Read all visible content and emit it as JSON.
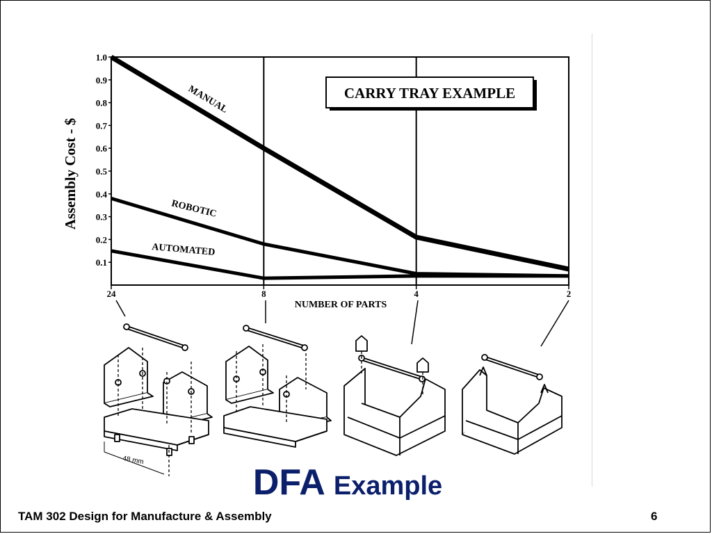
{
  "slide": {
    "title_main": "DFA",
    "title_sub": "Example",
    "footer_course": "TAM 302 Design for Manufacture & Assembly",
    "page_number": "6",
    "title_color": "#0b1f6b"
  },
  "illustration": {
    "dimension_label": "48 mm"
  },
  "chart_data": {
    "type": "line",
    "title": "CARRY TRAY EXAMPLE",
    "xlabel": "NUMBER OF PARTS",
    "ylabel": "Assembly Cost - $",
    "x": [
      24,
      8,
      4,
      2
    ],
    "x_tick_labels": [
      "24",
      "8",
      "4",
      "2"
    ],
    "ylim": [
      0,
      1.0
    ],
    "y_ticks": [
      0.1,
      0.2,
      0.3,
      0.4,
      0.5,
      0.6,
      0.7,
      0.8,
      0.9,
      1.0
    ],
    "y_tick_labels": [
      "0.1",
      "0.2",
      "0.3",
      "0.4",
      "0.5",
      "0.6",
      "0.7",
      "0.8",
      "0.9",
      "1.0"
    ],
    "grid": "vertical lines at each part count",
    "series": [
      {
        "name": "MANUAL",
        "values": [
          1.0,
          0.6,
          0.21,
          0.07
        ]
      },
      {
        "name": "ROBOTIC",
        "values": [
          0.38,
          0.18,
          0.05,
          0.04
        ]
      },
      {
        "name": "AUTOMATED",
        "values": [
          0.15,
          0.03,
          0.04,
          0.04
        ]
      }
    ],
    "line_color": "#000000"
  }
}
